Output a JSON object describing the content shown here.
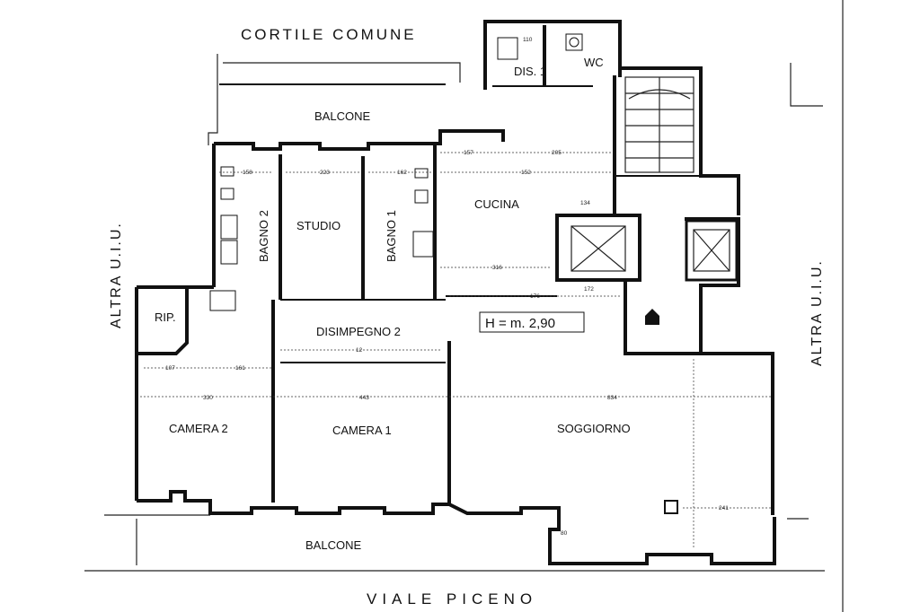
{
  "streets": {
    "cortile": "CORTILE COMUNE",
    "viale": "VIALE PICENO",
    "altra_left": "ALTRA U.I.U.",
    "altra_right": "ALTRA U.I.U."
  },
  "rooms": {
    "balcone_top": "BALCONE",
    "bagno2": "BAGNO 2",
    "studio": "STUDIO",
    "bagno1": "BAGNO 1",
    "cucina": "CUCINA",
    "dis1": "DIS. 1",
    "wc": "WC",
    "rip": "RIP.",
    "disimpegno2": "DISIMPEGNO 2",
    "camera2": "CAMERA 2",
    "camera1": "CAMERA 1",
    "soggiorno": "SOGGIORNO",
    "balcone_bottom": "BALCONE"
  },
  "height_note": "H = m. 2,90",
  "dimensions": {
    "d158": "158",
    "d223": "223",
    "d162": "162",
    "d157": "157",
    "d205": "205",
    "d152": "152",
    "d134": "134",
    "d316": "316",
    "d176": "176",
    "d172": "172",
    "d107": "107",
    "d161": "161",
    "d12": "12",
    "d330": "330",
    "d443": "443",
    "d834": "834",
    "d241": "241",
    "d110": "110",
    "d80": "80"
  }
}
